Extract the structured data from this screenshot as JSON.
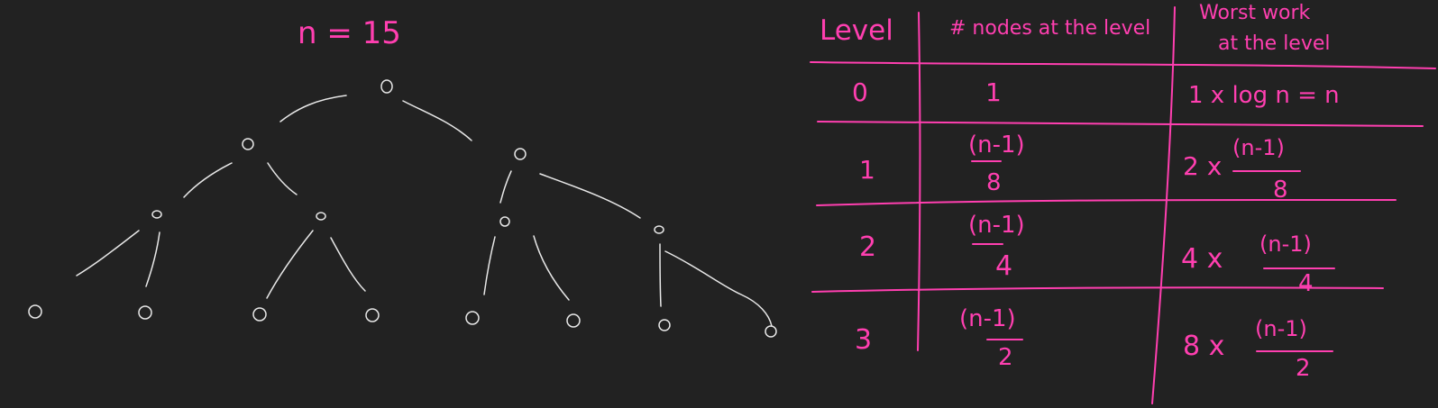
{
  "title": "n = 15",
  "colors": {
    "background": "#222222",
    "ink_pink": "#ff3fb0",
    "ink_white": "#e8e8e8"
  },
  "tree": {
    "node_label": "o",
    "levels": [
      1,
      2,
      4,
      8
    ]
  },
  "table": {
    "headers": {
      "level": "Level",
      "nodes": "# nodes at the level",
      "work_line1": "Worst work",
      "work_line2": "at the level"
    },
    "rows": [
      {
        "level": "0",
        "nodes_plain": "1",
        "work_plain": "1 x log n  =  n"
      },
      {
        "level": "1",
        "nodes_num": "(n-1)",
        "nodes_den": "8",
        "work_coef": "2 x",
        "work_num": "(n-1)",
        "work_den": "8"
      },
      {
        "level": "2",
        "nodes_num": "(n-1)",
        "nodes_den": "4",
        "work_coef": "4 x",
        "work_num": "(n-1)",
        "work_den": "4"
      },
      {
        "level": "3",
        "nodes_num": "(n-1)",
        "nodes_den": "2",
        "work_coef": "8 x",
        "work_num": "(n-1)",
        "work_den": "2"
      }
    ]
  }
}
